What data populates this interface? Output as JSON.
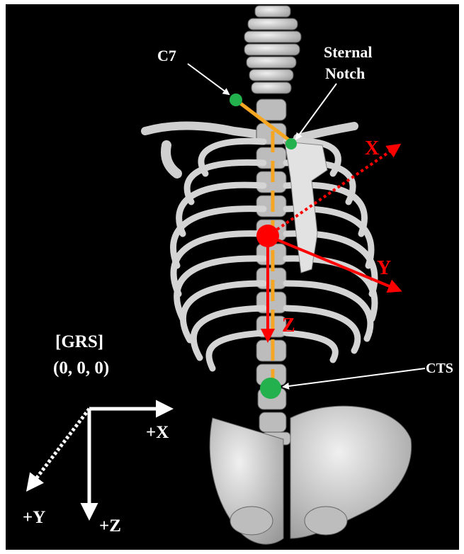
{
  "figure": {
    "background_color": "#000000",
    "bone_color": "#d8d8d8",
    "marker_color": "#22b14c",
    "trunk_axis_color": "#ff0000",
    "alignment_line_color": "#f5a623",
    "grs_color": "#ffffff"
  },
  "landmarks": {
    "c7": "C7",
    "sternal_notch_line1": "Sternal",
    "sternal_notch_line2": "Notch",
    "cts": "CTS"
  },
  "trunk_axes": {
    "x": "X",
    "y": "Y",
    "z": "Z"
  },
  "global_reference": {
    "title": "[GRS]",
    "origin": "(0, 0, 0)",
    "x": "+X",
    "y": "+Y",
    "z": "+Z"
  }
}
